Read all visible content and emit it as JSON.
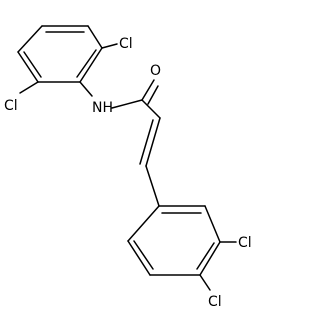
{
  "molecule": {
    "atoms": {
      "cl_top": "Cl",
      "cl_left": "Cl",
      "nh": "NH",
      "o": "O",
      "cl_meta": "Cl",
      "cl_para": "Cl"
    },
    "colors": {
      "bond": "#000000",
      "label": "#000000",
      "background": "#ffffff"
    }
  }
}
